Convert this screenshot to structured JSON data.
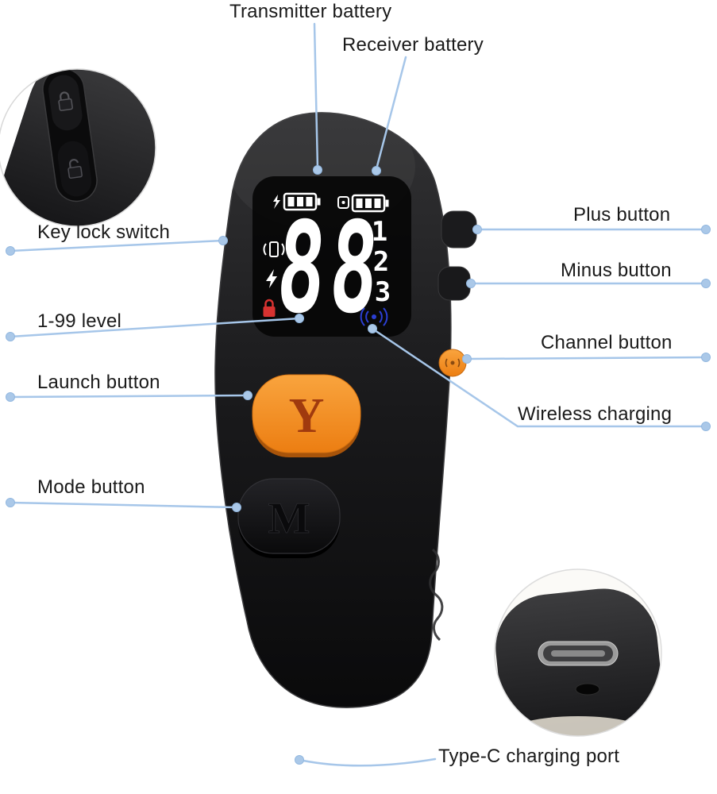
{
  "callouts": {
    "transmitter_battery": "Transmitter battery",
    "receiver_battery": "Receiver battery",
    "key_lock_switch": "Key lock switch",
    "plus_button": "Plus button",
    "minus_button": "Minus button",
    "level_range": "1-99 level",
    "channel_button": "Channel button",
    "launch_button": "Launch button",
    "wireless_charging": "Wireless charging",
    "mode_button": "Mode button",
    "type_c_port": "Type-C charging port"
  },
  "device": {
    "display": {
      "level_value": "88",
      "channel_indicators": [
        "1",
        "2",
        "3"
      ],
      "icons": {
        "transmitter_battery_icon": "battery-with-bolt",
        "receiver_battery_icon": "battery-with-receiver",
        "vibration_icon": "vibration-waves",
        "shock_icon": "lightning-bolt",
        "keylock_icon": "red-padlock",
        "wireless_icon": "blue-signal-dot"
      }
    },
    "launch_button_label": "Y",
    "mode_button_label": "M"
  },
  "insets": {
    "key_lock": "zoom-key-lock-switch",
    "type_c": "zoom-type-c-port"
  },
  "colors": {
    "callout": "#a6c6e9",
    "device_black": "#141416",
    "accent_orange": "#f18b1f",
    "lock_red": "#d63230",
    "signal_blue": "#2b3fd4",
    "label_text": "#1a1a1a"
  }
}
